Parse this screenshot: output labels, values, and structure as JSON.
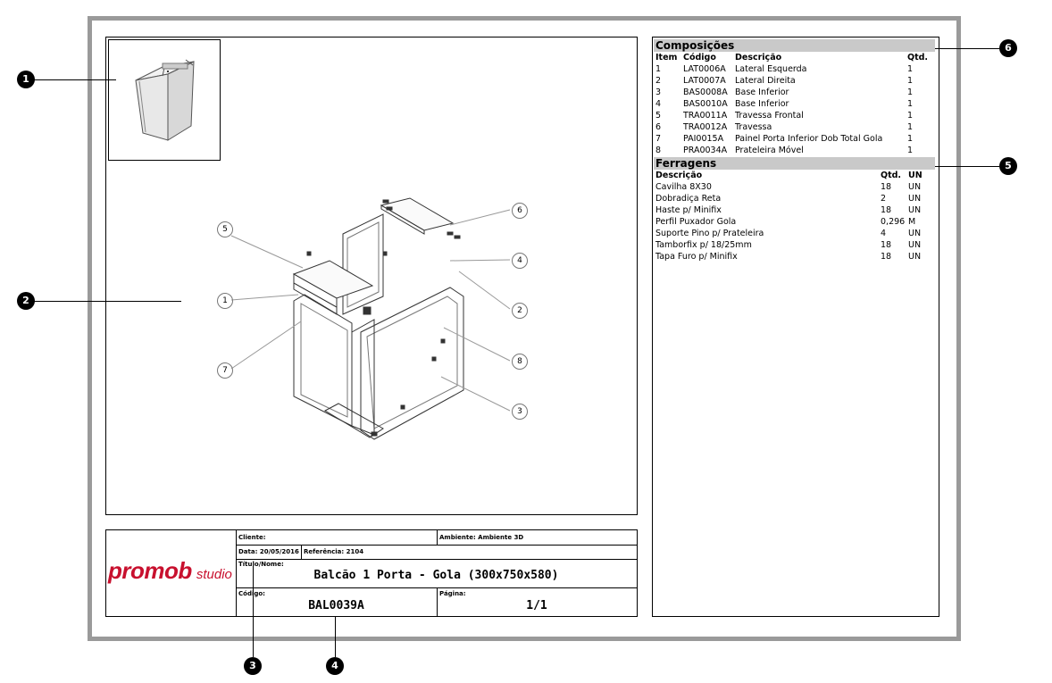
{
  "callouts": [
    "1",
    "2",
    "3",
    "4",
    "5",
    "6"
  ],
  "drawing_labels": [
    "1",
    "2",
    "3",
    "4",
    "5",
    "6",
    "7",
    "8"
  ],
  "composicoes": {
    "title": "Composições",
    "headers": [
      "Item",
      "Código",
      "Descrição",
      "Qtd."
    ],
    "rows": [
      [
        "1",
        "LAT0006A",
        "Lateral Esquerda",
        "1"
      ],
      [
        "2",
        "LAT0007A",
        "Lateral Direita",
        "1"
      ],
      [
        "3",
        "BAS0008A",
        "Base Inferior",
        "1"
      ],
      [
        "4",
        "BAS0010A",
        "Base Inferior",
        "1"
      ],
      [
        "5",
        "TRA0011A",
        "Travessa Frontal",
        "1"
      ],
      [
        "6",
        "TRA0012A",
        "Travessa",
        "1"
      ],
      [
        "7",
        "PAI0015A",
        "Painel Porta Inferior Dob Total Gola",
        "1"
      ],
      [
        "8",
        "PRA0034A",
        "Prateleira Móvel",
        "1"
      ]
    ]
  },
  "ferragens": {
    "title": "Ferragens",
    "headers": [
      "Descrição",
      "Qtd.",
      "UN"
    ],
    "rows": [
      [
        "Cavilha 8X30",
        "18",
        "UN"
      ],
      [
        "Dobradiça Reta",
        "2",
        "UN"
      ],
      [
        "Haste p/ Minifix",
        "18",
        "UN"
      ],
      [
        "Perfil Puxador Gola",
        "0,296",
        "M"
      ],
      [
        "Suporte Pino p/ Prateleira",
        "4",
        "UN"
      ],
      [
        "Tamborfix p/ 18/25mm",
        "18",
        "UN"
      ],
      [
        "Tapa Furo p/ Minifix",
        "18",
        "UN"
      ]
    ]
  },
  "title_block": {
    "logo_main": "promob",
    "logo_sub": "studio",
    "cliente_label": "Cliente:",
    "ambiente_label": "Ambiente: Ambiente 3D",
    "data_label": "Data: 20/05/2016",
    "referencia_label": "Referência: 2104",
    "titulo_label": "Título/Nome:",
    "titulo_value": "Balcão 1 Porta - Gola (300x750x580)",
    "codigo_label": "Código:",
    "codigo_value": "BAL0039A",
    "pagina_label": "Página:",
    "pagina_value": "1/1"
  },
  "colors": {
    "frame": "#9a9a9a",
    "header_fill": "#c9c9c9",
    "logo": "#c8102e"
  }
}
